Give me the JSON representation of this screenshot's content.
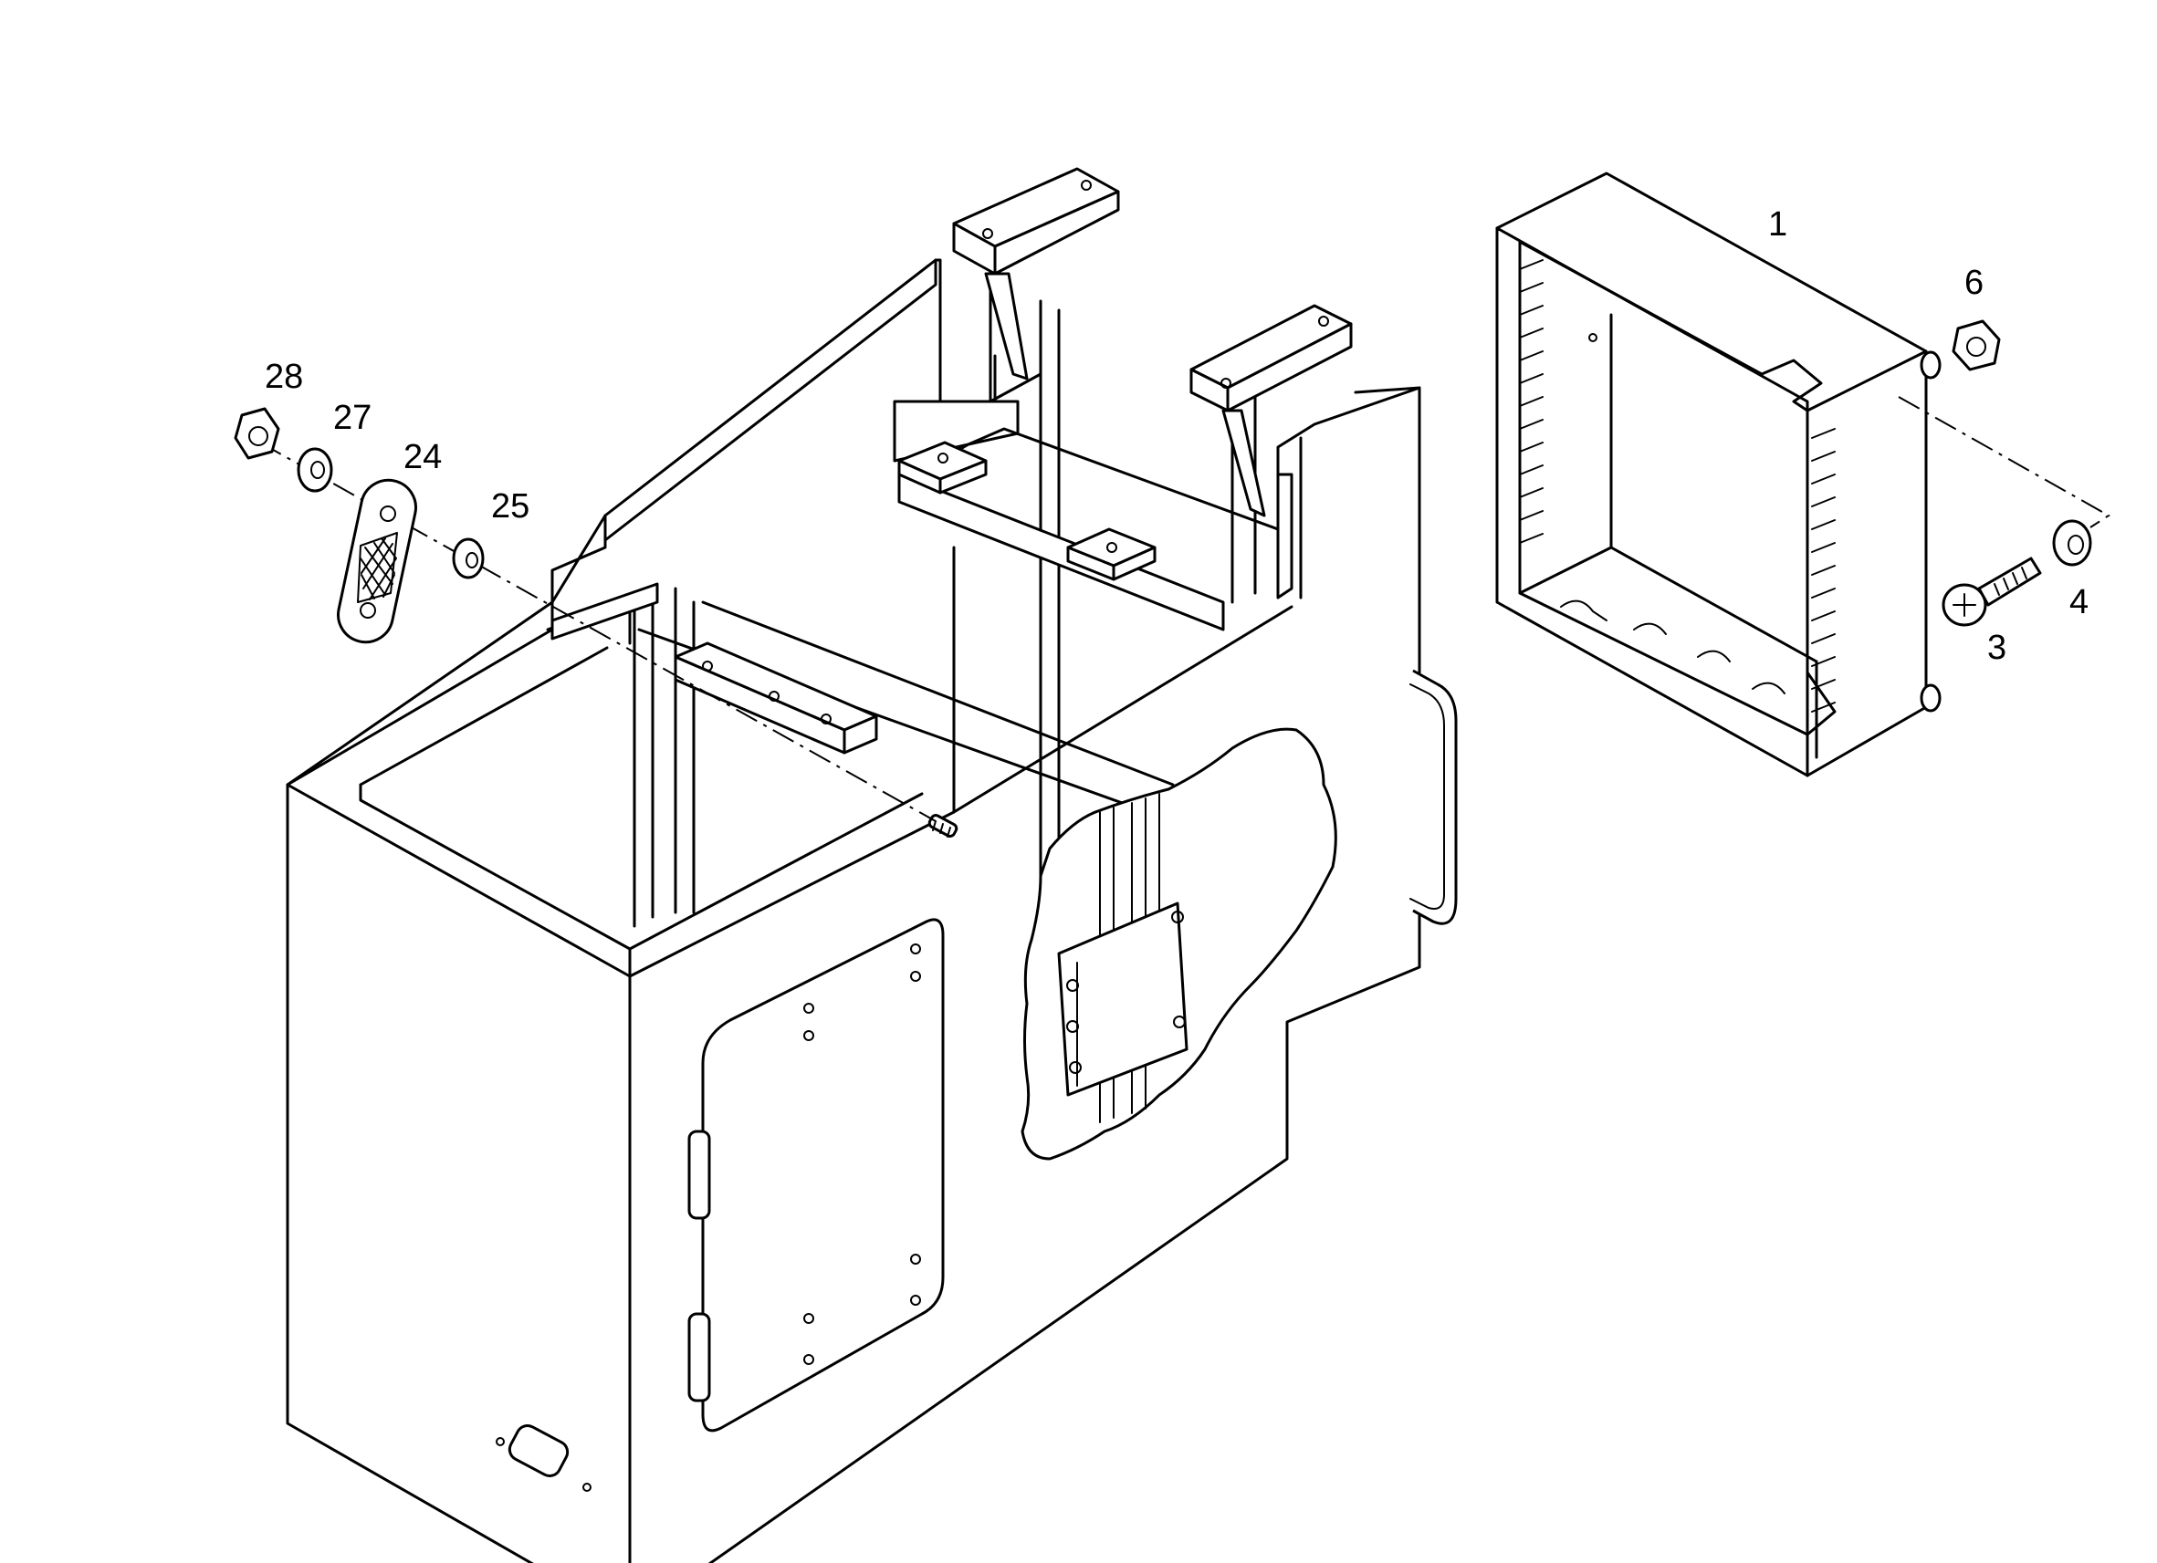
{
  "callouts": [
    {
      "id": "1",
      "text": "1"
    },
    {
      "id": "3",
      "text": "3"
    },
    {
      "id": "4",
      "text": "4"
    },
    {
      "id": "6",
      "text": "6"
    },
    {
      "id": "24",
      "text": "24"
    },
    {
      "id": "25",
      "text": "25"
    },
    {
      "id": "27",
      "text": "27"
    },
    {
      "id": "28",
      "text": "28"
    }
  ]
}
